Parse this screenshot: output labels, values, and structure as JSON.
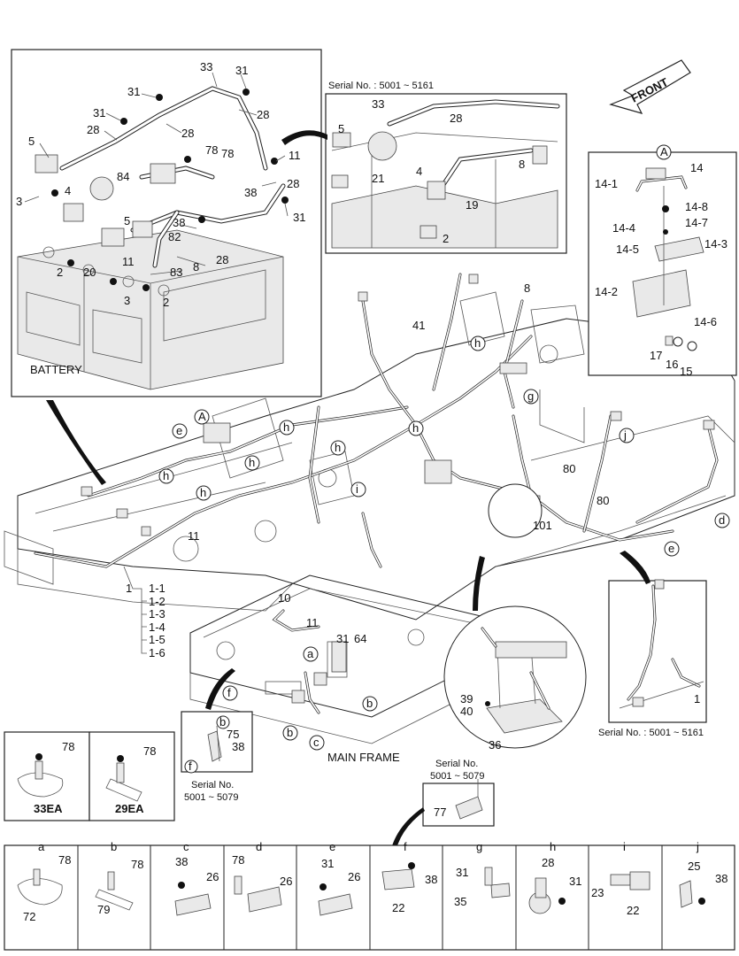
{
  "title_labels": {
    "battery": "BATTERY",
    "main_frame": "MAIN FRAME",
    "front": "FRONT"
  },
  "serials": {
    "top_inset": "Serial No. : 5001 ~ 5161",
    "right_inset": "Serial No. : 5001 ~ 5161",
    "bracket_inset_line1": "Serial No.",
    "bracket_inset_line2": "5001 ~ 5079",
    "item77_line1": "Serial No.",
    "item77_line2": "5001 ~ 5079"
  },
  "battery_parts": [
    "33",
    "31",
    "31",
    "31",
    "28",
    "28",
    "28",
    "5",
    "78",
    "78",
    "11",
    "84",
    "4",
    "3",
    "20",
    "38",
    "28",
    "38",
    "5",
    "82",
    "31",
    "2",
    "11",
    "8",
    "28",
    "83",
    "3",
    "2"
  ],
  "top_inset_parts": [
    "33",
    "28",
    "5",
    "21",
    "4",
    "8",
    "19",
    "2"
  ],
  "detail_A": {
    "marker": "A",
    "parts": [
      "14",
      "14-1",
      "14-8",
      "14-7",
      "14-4",
      "14-5",
      "14-3",
      "14-2",
      "14-6",
      "17",
      "16",
      "15"
    ]
  },
  "main_parts": {
    "harness_1": [
      "1",
      "1-1",
      "1-2",
      "1-3",
      "1-4",
      "1-5",
      "1-6"
    ],
    "others": [
      "8",
      "41",
      "11",
      "10",
      "11",
      "31",
      "64",
      "80",
      "80",
      "101",
      "39",
      "40",
      "36",
      "1"
    ],
    "letters": [
      "e",
      "A",
      "h",
      "h",
      "h",
      "h",
      "h",
      "h",
      "h",
      "g",
      "j",
      "d",
      "i",
      "e",
      "a",
      "f",
      "b",
      "b",
      "c"
    ]
  },
  "bracket_inset": {
    "letters": [
      "b",
      "f"
    ],
    "parts": [
      "75",
      "38"
    ]
  },
  "clamp_types": [
    {
      "label": "33EA",
      "part": "78"
    },
    {
      "label": "29EA",
      "part": "78"
    }
  ],
  "item77": "77",
  "bottom_details": [
    {
      "letter": "a",
      "parts": [
        "78",
        "72"
      ]
    },
    {
      "letter": "b",
      "parts": [
        "78",
        "79"
      ]
    },
    {
      "letter": "c",
      "parts": [
        "38",
        "26"
      ]
    },
    {
      "letter": "d",
      "parts": [
        "78",
        "26"
      ]
    },
    {
      "letter": "e",
      "parts": [
        "31",
        "26"
      ]
    },
    {
      "letter": "f",
      "parts": [
        "38",
        "22"
      ]
    },
    {
      "letter": "g",
      "parts": [
        "31",
        "35"
      ]
    },
    {
      "letter": "h",
      "parts": [
        "28",
        "31"
      ]
    },
    {
      "letter": "i",
      "parts": [
        "23",
        "22"
      ]
    },
    {
      "letter": "j",
      "parts": [
        "25",
        "38"
      ]
    }
  ]
}
